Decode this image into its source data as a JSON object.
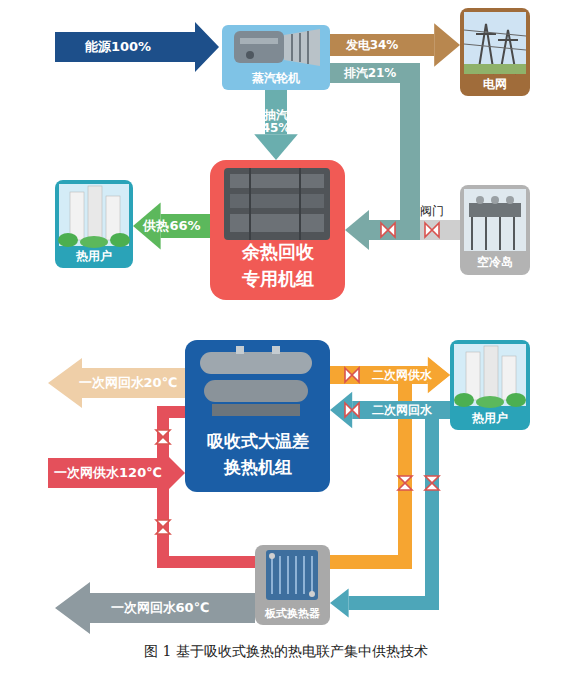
{
  "diagram": {
    "caption": "图 1 基于吸收式换热的热电联产集中供热技术",
    "nodes": [
      {
        "text": [
          "蒸汽轮机"
        ]
      },
      {
        "text": [
          "电网"
        ]
      },
      {
        "text": [
          "热用户"
        ]
      },
      {
        "text": [
          "余热回收 专用机组"
        ]
      },
      {
        "text": [
          "空冷岛"
        ]
      },
      {
        "text": [
          "吸收式大温差 换热机组"
        ]
      },
      {
        "text": [
          "热用户"
        ]
      },
      {
        "text": [
          "板式换热器"
        ]
      }
    ],
    "edges": [
      {
        "from": 0,
        "to": 1,
        "arrow": "to",
        "label": "发电34%"
      },
      {
        "from": 0,
        "to": 3,
        "arrow": "to",
        "label": "抽汽 45%"
      },
      {
        "from": 0,
        "to": 3,
        "arrow": "to",
        "label": "排汽21%"
      },
      {
        "from": 0,
        "to": 4,
        "arrow": "none"
      },
      {
        "from": 3,
        "to": 2,
        "arrow": "to",
        "label": "供热66%"
      },
      {
        "from": 5,
        "to": 6,
        "arrow": "to",
        "label": "二次网供水"
      },
      {
        "from": 6,
        "to": 5,
        "arrow": "to",
        "label": "二次网回水"
      },
      {
        "from": 7,
        "to": 6,
        "arrow": "to"
      },
      {
        "from": 6,
        "to": 7,
        "arrow": "to"
      },
      {
        "from": 5,
        "to": 7,
        "arrow": "none"
      }
    ],
    "labels": [
      "能源100%",
      "阀门",
      "一次网回水20℃",
      "一次网供水120℃",
      "一次网回水60℃"
    ]
  }
}
